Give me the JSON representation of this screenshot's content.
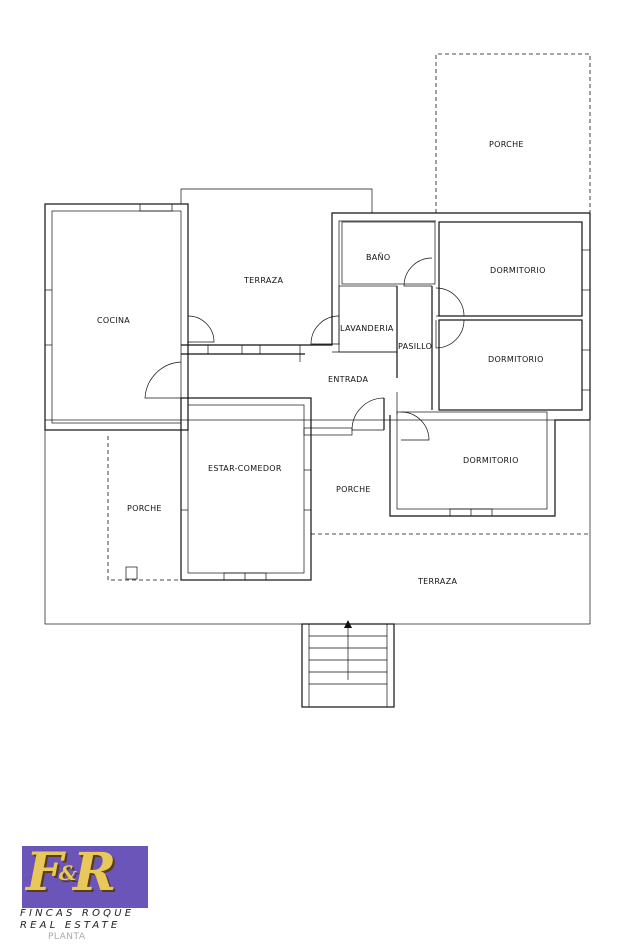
{
  "floorplan": {
    "rooms": {
      "porche_top": "PORCHE",
      "terraza_top": "TERRAZA",
      "cocina": "COCINA",
      "bano": "BAÑO",
      "lavanderia": "LAVANDERIA",
      "pasillo": "PASILLO",
      "dormitorio_1": "DORMITORIO",
      "dormitorio_2": "DORMITORIO",
      "dormitorio_3": "DORMITORIO",
      "entrada": "ENTRADA",
      "estar_comedor": "ESTAR-COMEDOR",
      "porche_left": "PORCHE",
      "porche_center": "PORCHE",
      "terraza_bottom": "TERRAZA"
    }
  },
  "logo": {
    "monogram_left": "F",
    "monogram_mid": "R",
    "monogram_small": "&",
    "line1": "FINCAS ROQUE",
    "line2": "REAL ESTATE",
    "subtitle": "PLANTA"
  }
}
